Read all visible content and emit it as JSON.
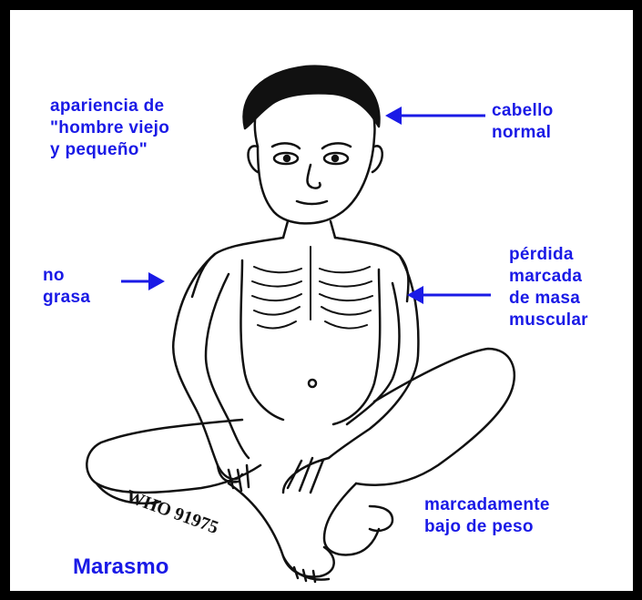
{
  "labels": {
    "old_man": [
      "apariencia de",
      "\"hombre viejo",
      "y pequeño\""
    ],
    "hair": [
      "cabello",
      "normal"
    ],
    "no_fat": [
      "no",
      "grasa"
    ],
    "muscle": [
      "pérdida",
      "marcada",
      "de masa",
      "muscular"
    ],
    "weight": [
      "marcadamente",
      "bajo de peso"
    ]
  },
  "caption": "Marasmo",
  "watermark": "WHO 91975",
  "colors": {
    "label": "#1a1ae6",
    "arrow": "#1a1ae6",
    "ink": "#111111",
    "frame": "#000000"
  }
}
